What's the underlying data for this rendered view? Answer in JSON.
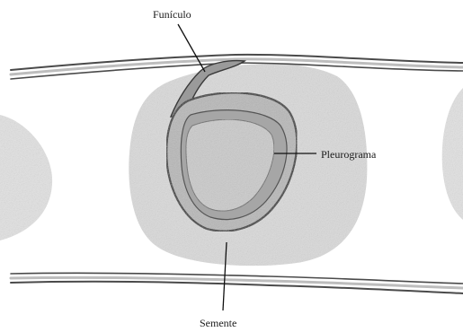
{
  "labels": {
    "funiculo": "Funículo",
    "pleurograma": "Pleurograma",
    "semente": "Semente"
  },
  "colors": {
    "shade": "#d6d6d6",
    "shade_light": "#e6e6e6",
    "outline": "#3a3a3a",
    "seed_fill": "#bdbdbd",
    "inner_fill": "#cfcfcf"
  }
}
